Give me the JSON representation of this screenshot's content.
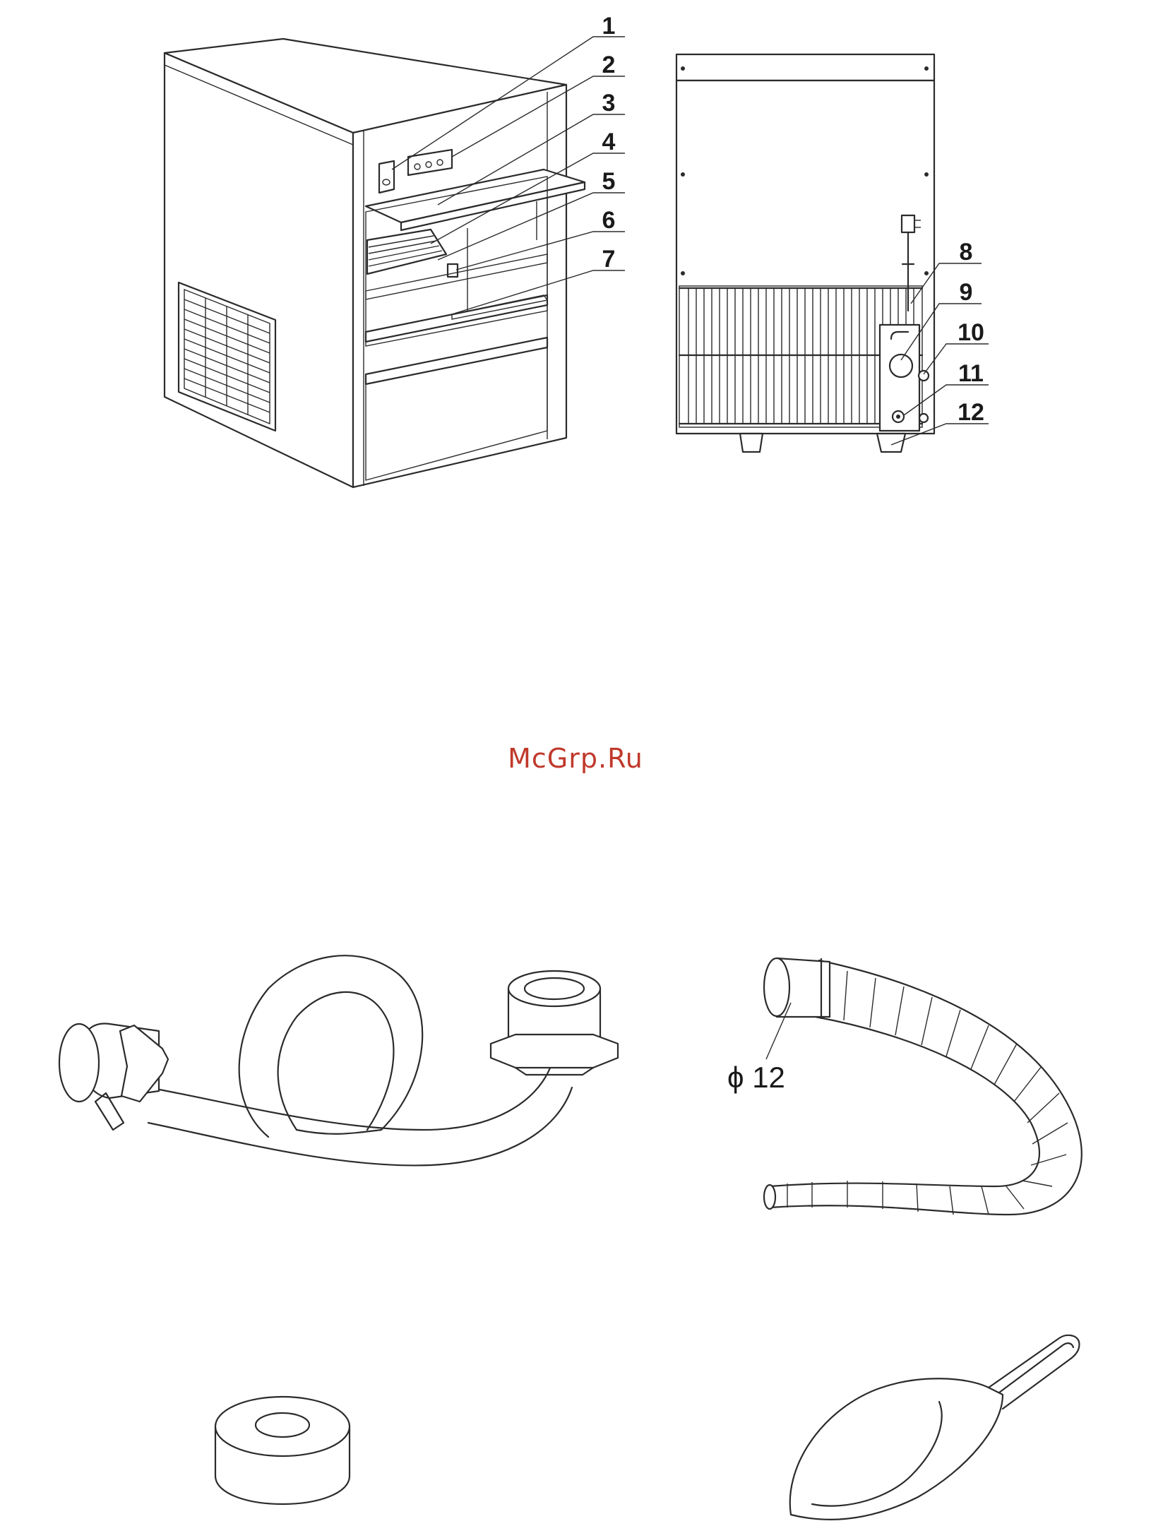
{
  "callouts": {
    "n1": "1",
    "n2": "2",
    "n3": "3",
    "n4": "4",
    "n5": "5",
    "n6": "6",
    "n7": "7",
    "n8": "8",
    "n9": "9",
    "n10": "10",
    "n11": "11",
    "n12": "12"
  },
  "watermark": "McGrp.Ru",
  "hose_diameter": "ϕ 12"
}
